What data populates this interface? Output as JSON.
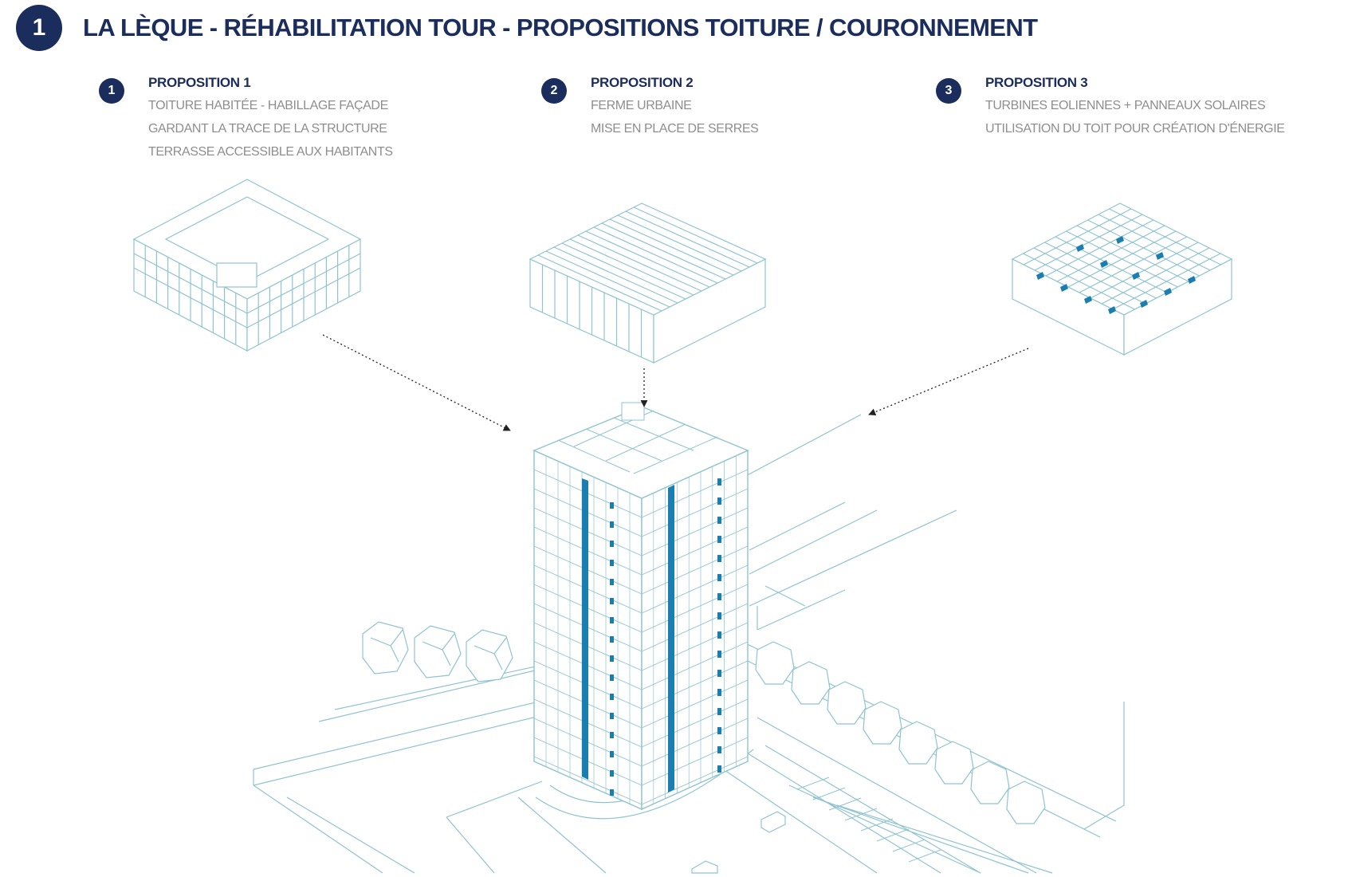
{
  "header": {
    "number": "1",
    "title": "LA LÈQUE  - RÉHABILITATION TOUR - PROPOSITIONS TOITURE / COURONNEMENT"
  },
  "propositions": [
    {
      "number": "1",
      "title": "PROPOSITION 1",
      "lines": [
        "TOITURE HABITÉE  - HABILLAGE FAÇADE",
        "GARDANT LA TRACE DE LA STRUCTURE",
        "TERRASSE ACCESSIBLE AUX HABITANTS"
      ]
    },
    {
      "number": "2",
      "title": "PROPOSITION 2",
      "lines": [
        "FERME URBAINE",
        "MISE EN PLACE DE SERRES"
      ]
    },
    {
      "number": "3",
      "title": "PROPOSITION 3",
      "lines": [
        "TURBINES EOLIENNES  + PANNEAUX SOLAIRES",
        "UTILISATION DU TOIT POUR CRÉATION D'ÉNERGIE"
      ]
    }
  ],
  "colors": {
    "navy": "#1b2d5c",
    "line": "#8fc3d1",
    "accent": "#1a7fb0",
    "grey": "#8e8e8e"
  }
}
